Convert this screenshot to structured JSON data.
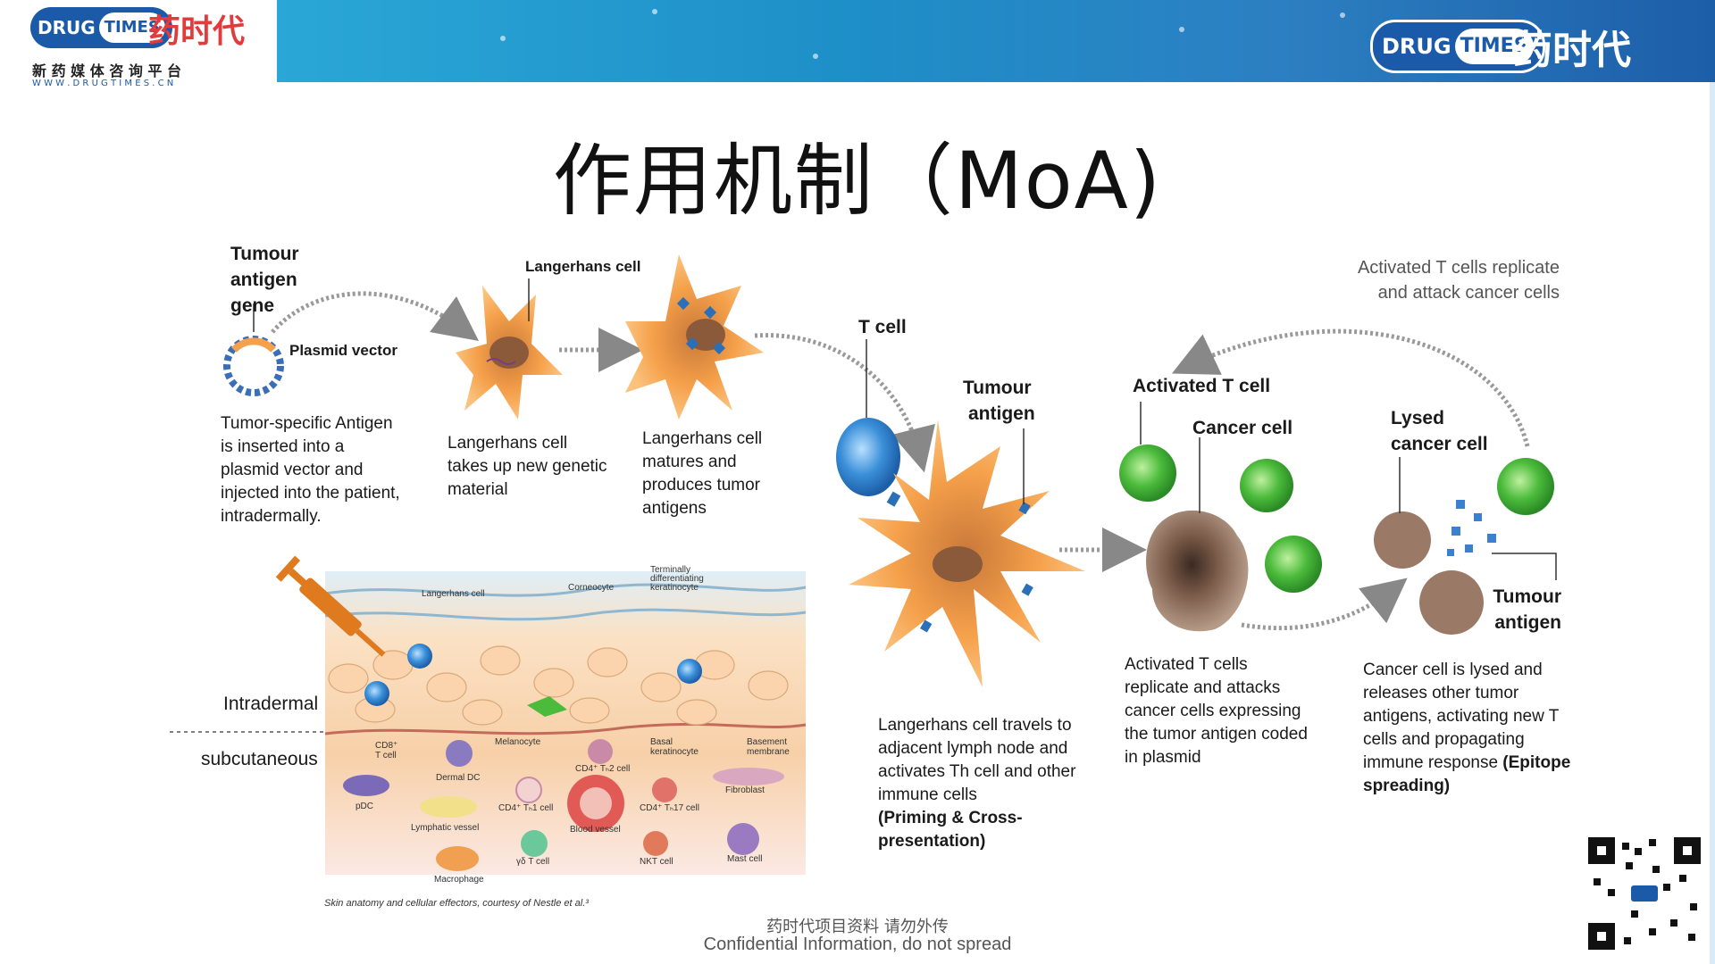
{
  "header": {
    "logo_drug": "DRUG",
    "logo_times": "TIMES",
    "logo_cn": "药时代",
    "tagline": "新 药 媒 体 咨 询 平 台",
    "url": "W W W . D R U G T I M E S . C N"
  },
  "slide": {
    "title": "作用机制（MoA)"
  },
  "diagram": {
    "tumour_antigen_gene": [
      "Tumour",
      "antigen",
      "gene"
    ],
    "plasmid_vector": "Plasmid vector",
    "langerhans_cell": "Langerhans cell",
    "t_cell": "T cell",
    "tumour_antigen": [
      "Tumour",
      "antigen"
    ],
    "activated_t_cell": "Activated T cell",
    "cancer_cell": "Cancer cell",
    "lysed_cancer_cell": [
      "Lysed",
      "cancer cell"
    ],
    "tumour_antigen_2": [
      "Tumour",
      "antigen"
    ],
    "activated_note": [
      "Activated T cells replicate",
      "and attack cancer cells"
    ],
    "step1": "Tumor-specific Antigen\nis inserted into a\nplasmid vector and\ninjected into the patient,\nintradermally.",
    "step2": "Langerhans cell\ntakes up new genetic\nmaterial",
    "step3": "Langerhans cell\nmatures and\nproduces tumor\nantigens",
    "step4": "Langerhans cell travels to\nadjacent lymph node and\nactivates Th cell and other\nimmune cells",
    "step4_bold": "(Priming & Cross-presentation)",
    "step5": "Activated T cells\nreplicate and attacks\ncancer cells expressing\nthe tumor antigen coded\nin plasmid",
    "step6": "Cancer cell is lysed and\nreleases other tumor\nantigens, activating new T\ncells and propagating\nimmune response ",
    "step6_bold": "(Epitope\nspreading)"
  },
  "skin": {
    "intradermal": "Intradermal",
    "subcutaneous": "subcutaneous",
    "labels": {
      "langerhans": "Langerhans cell",
      "corneocyte": "Corneocyte",
      "keratinocyte": "Terminally\ndifferentiating\nkeratinocyte",
      "cd8": "CD8⁺\nT cell",
      "dermal_dc": "Dermal DC",
      "melanocyte": "Melanocyte",
      "cd4_th2": "CD4⁺ Tₕ2 cell",
      "basal": "Basal\nkeratinocyte",
      "basement": "Basement\nmembrane",
      "pdc": "pDC",
      "lymphatic": "Lymphatic vessel",
      "cd4_th1": "CD4⁺ Tₕ1 cell",
      "blood": "Blood vessel",
      "cd4_th17": "CD4⁺ Tₕ17 cell",
      "fibroblast": "Fibroblast",
      "macrophage": "Macrophage",
      "gd_t": "γδ T cell",
      "nkt": "NKT cell",
      "mast": "Mast cell"
    },
    "credit": "Skin anatomy and cellular effectors, courtesy of Nestle et al.³"
  },
  "footer": {
    "cn": "药时代项目资料 请勿外传",
    "en": "Confidential Information, do not spread"
  },
  "colors": {
    "brand_blue": "#1a5aa8",
    "brand_red": "#e23b3b",
    "langerhans_orange": "#f5a04a",
    "tcell_green": "#4cbb3c",
    "tcell_blue": "#3a8fd8",
    "cancer_brown": "#8a6a58"
  }
}
